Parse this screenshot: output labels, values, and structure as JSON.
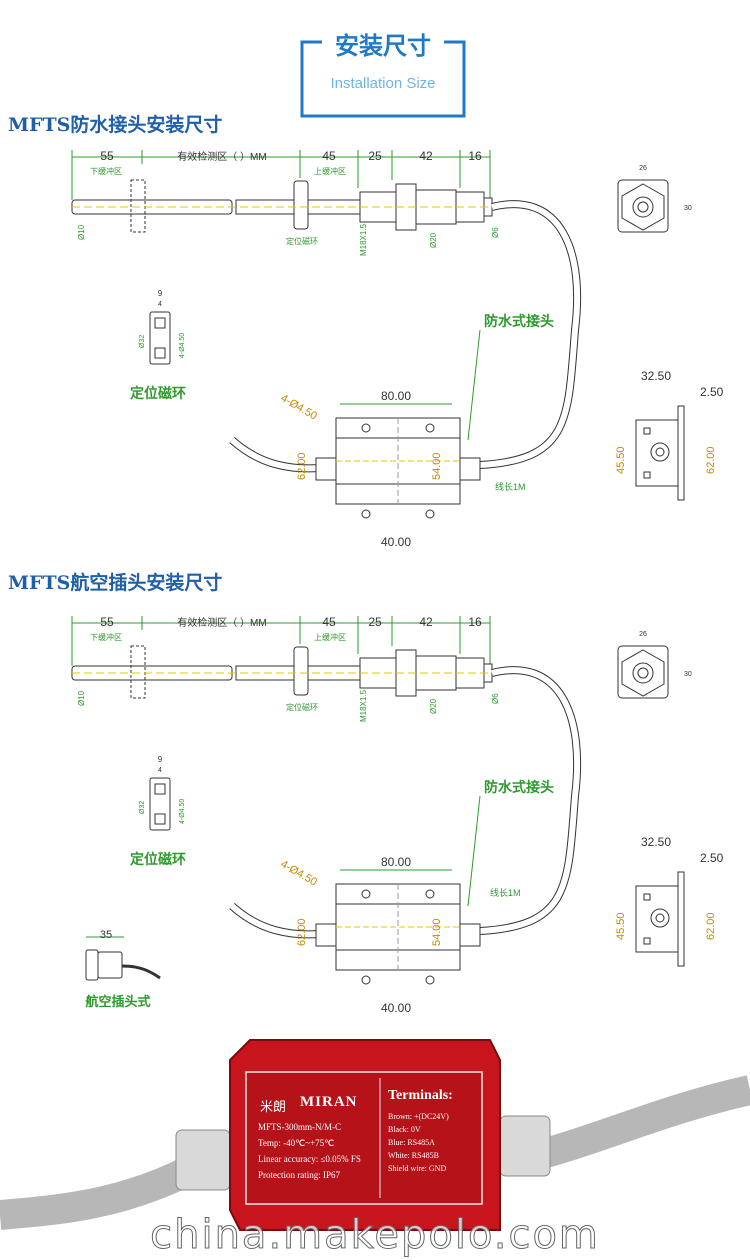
{
  "header": {
    "title": "安装尺寸",
    "subtitle": "Installation Size"
  },
  "section1": {
    "title": "MFTS防水接头安装尺寸"
  },
  "section2": {
    "title": "MFTS航空插头安装尺寸"
  },
  "rod": {
    "dims": [
      "55",
      "有效检测区（    ）MM",
      "45",
      "25",
      "42",
      "16"
    ],
    "lower_buffer": "下缓冲区",
    "upper_buffer": "上缓冲区",
    "d10": "Ø10",
    "magnet_label": "定位磁环",
    "m18": "M18X1.5",
    "d20": "Ø20",
    "d6": "Ø6"
  },
  "hex": {
    "w": "26",
    "h": "30"
  },
  "ring": {
    "w": "9",
    "w2": "4",
    "d_outer": "Ø32",
    "d_inner": "4-Ø4.50",
    "label": "定位磁环"
  },
  "box": {
    "holes": "4-Ø4.50",
    "width": "80.00",
    "height_left": "62.00",
    "height_inner": "54.00",
    "bottom": "40.00",
    "cable": "线长1M",
    "connector_label": "防水式接头"
  },
  "side": {
    "top": "32.50",
    "right": "2.50",
    "h1": "45.50",
    "h2": "62.00"
  },
  "aviation": {
    "dim": "35",
    "label": "航空插头式"
  },
  "product": {
    "brand_cn": "米朗",
    "brand_en": "MIRAN",
    "model": "MFTS-300mm-N/M-C",
    "temp": "Temp: -40℃~+75℃",
    "accuracy": "Linear accuracy: ≤0.05% FS",
    "protection": "Protection rating: IP67",
    "terminals_title": "Terminals:",
    "terminals": [
      {
        "k": "Brown:",
        "v": "+(DC24V)"
      },
      {
        "k": "Black:",
        "v": "0V"
      },
      {
        "k": "Blue:",
        "v": "RS485A"
      },
      {
        "k": "White:",
        "v": "RS485B"
      },
      {
        "k": "Shield wire:",
        "v": "GND"
      }
    ]
  },
  "watermark": "china.makepolo.com",
  "colors": {
    "dim_green": "#2e9a2e",
    "dim_orange": "#c88a00",
    "title_blue": "#1f5fa8",
    "header_blue": "#1f7ac6",
    "housing_red": "#c8141c"
  }
}
